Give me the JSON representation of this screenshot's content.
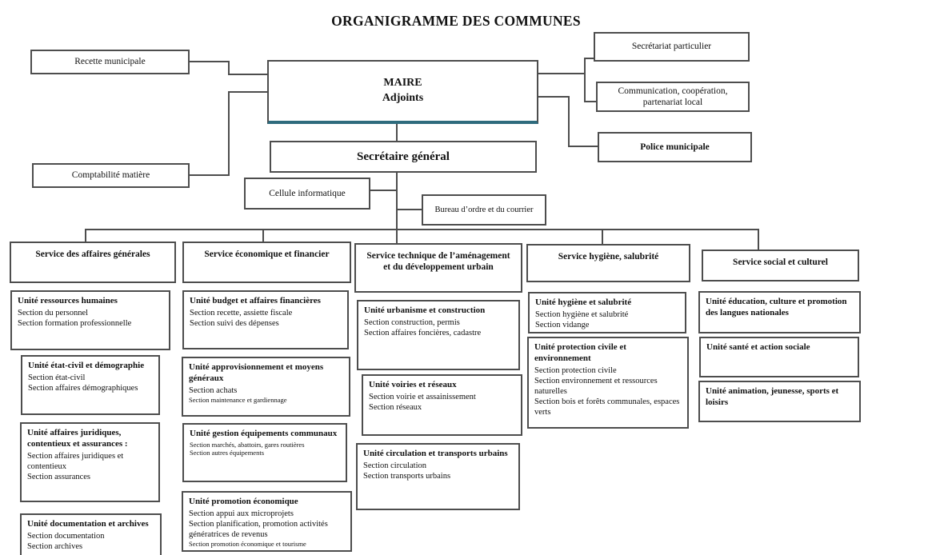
{
  "colors": {
    "box_border": "#4d4d4d",
    "connector_line": "#4d4d4d",
    "maire_underline": "#2e6b7d",
    "text": "#111111",
    "background": "#ffffff"
  },
  "org": {
    "title": "ORGANIGRAMME DES COMMUNES",
    "maire": {
      "title": "MAIRE",
      "subtitle": "Adjoints"
    },
    "staff_left": [
      {
        "label": "Recette municipale"
      },
      {
        "label": "Comptabilité matière"
      }
    ],
    "staff_right": [
      {
        "label": "Secrétariat particulier"
      },
      {
        "label": "Communication, coopération, partenariat local"
      },
      {
        "label": "Police municipale"
      }
    ],
    "secretaire_general": "Secrétaire général",
    "cellule_informatique": "Cellule informatique",
    "bureau_ordre": "Bureau d’ordre et du courrier",
    "services": [
      {
        "title": "Service des affaires générales",
        "units": [
          {
            "title": "Unité ressources humaines",
            "sections": [
              "Section du personnel",
              "Section formation professionnelle"
            ]
          },
          {
            "title": "Unité état-civil et démographie",
            "sections": [
              "Section état-civil",
              "Section affaires démographiques"
            ]
          },
          {
            "title": "Unité affaires juridiques, contentieux et assurances :",
            "sections": [
              "Section affaires juridiques et contentieux",
              "Section assurances"
            ]
          },
          {
            "title": "Unité documentation et archives",
            "sections": [
              "Section documentation",
              "Section archives"
            ]
          }
        ]
      },
      {
        "title": "Service économique et financier",
        "units": [
          {
            "title": "Unité budget et affaires financières",
            "sections": [
              "Section recette, assiette fiscale",
              "Section suivi des dépenses"
            ]
          },
          {
            "title": "Unité approvisionnement et moyens généraux",
            "sections": [
              "Section achats",
              "Section maintenance et gardiennage"
            ]
          },
          {
            "title": "Unité gestion équipements communaux",
            "sections": [
              "Section marchés, abattoirs, gares routières",
              "Section autres équipements"
            ]
          },
          {
            "title": "Unité promotion économique",
            "sections": [
              "Section appui aux microprojets",
              "Section planification, promotion activités génératrices de revenus",
              "Section promotion économique et tourisme"
            ]
          }
        ]
      },
      {
        "title": "Service technique de l’aménagement et du développement urbain",
        "units": [
          {
            "title": "Unité urbanisme et construction",
            "sections": [
              "Section construction, permis",
              "Section affaires foncières, cadastre"
            ]
          },
          {
            "title": "Unité voiries et réseaux",
            "sections": [
              "Section voirie et assainissement",
              "Section réseaux"
            ]
          },
          {
            "title": "Unité circulation et transports urbains",
            "sections": [
              "Section circulation",
              "Section transports urbains"
            ]
          }
        ]
      },
      {
        "title": "Service hygiène, salubrité",
        "units": [
          {
            "title": "Unité hygiène et salubrité",
            "sections": [
              "Section hygiène et salubrité",
              "Section vidange"
            ]
          },
          {
            "title": "Unité protection civile et environnement",
            "sections": [
              "Section protection civile",
              "Section environnement et ressources naturelles",
              "Section bois et forêts communales, espaces verts"
            ]
          }
        ]
      },
      {
        "title": "Service social et culturel",
        "units": [
          {
            "title": "Unité éducation, culture et promotion des langues nationales",
            "sections": []
          },
          {
            "title": "Unité santé et action sociale",
            "sections": []
          },
          {
            "title": "Unité animation, jeunesse, sports et loisirs",
            "sections": []
          }
        ]
      }
    ]
  }
}
